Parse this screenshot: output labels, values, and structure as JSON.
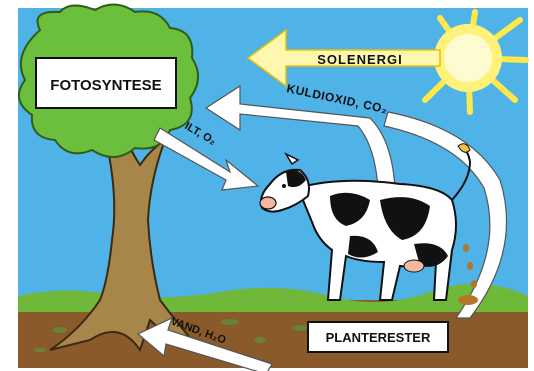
{
  "labels": {
    "photosynthesis": "FOTOSYNTESE",
    "solar_energy": "SOLENERGI",
    "carbon_dioxide": "KULDIOXID, CO₂",
    "oxygen": "ILT, O₂",
    "water": "VAND, H₂O",
    "plant_remains": "PLANTERESTER"
  },
  "colors": {
    "sky": "#4fb3e8",
    "grass": "#6fb83a",
    "soil": "#8a5a2b",
    "trunk": "#a8864a",
    "foliage": "#6cbf3c",
    "sun": "#fff27a",
    "arrow_fill": "#ffffff",
    "solar_arrow_fill": "#fff7b0"
  }
}
